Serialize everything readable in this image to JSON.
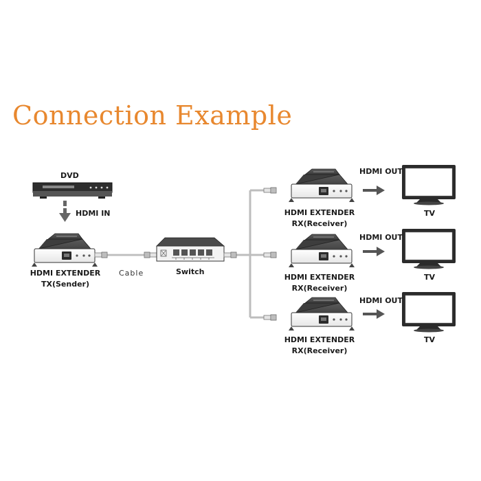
{
  "title": "Connection Example",
  "dvd": {
    "label": "DVD"
  },
  "hdmi_in": {
    "label": "HDMI IN"
  },
  "sender": {
    "line1": "HDMI EXTENDER",
    "line2": "TX(Sender)"
  },
  "cable": {
    "label": "Cable"
  },
  "switch": {
    "label": "Switch"
  },
  "receivers": [
    {
      "line1": "HDMI EXTENDER",
      "line2": "RX(Receiver)",
      "out_label": "HDMI OUT",
      "tv_label": "TV"
    },
    {
      "line1": "HDMI EXTENDER",
      "line2": "RX(Receiver)",
      "out_label": "HDMI OUT",
      "tv_label": "TV"
    },
    {
      "line1": "HDMI EXTENDER",
      "line2": "RX(Receiver)",
      "out_label": "HDMI OUT",
      "tv_label": "TV"
    }
  ],
  "colors": {
    "title": "#e8882f",
    "device_dark": "#4a4a4a",
    "device_light": "#f4f4f4",
    "arrow": "#555555",
    "cable": "#bdbdbd"
  }
}
